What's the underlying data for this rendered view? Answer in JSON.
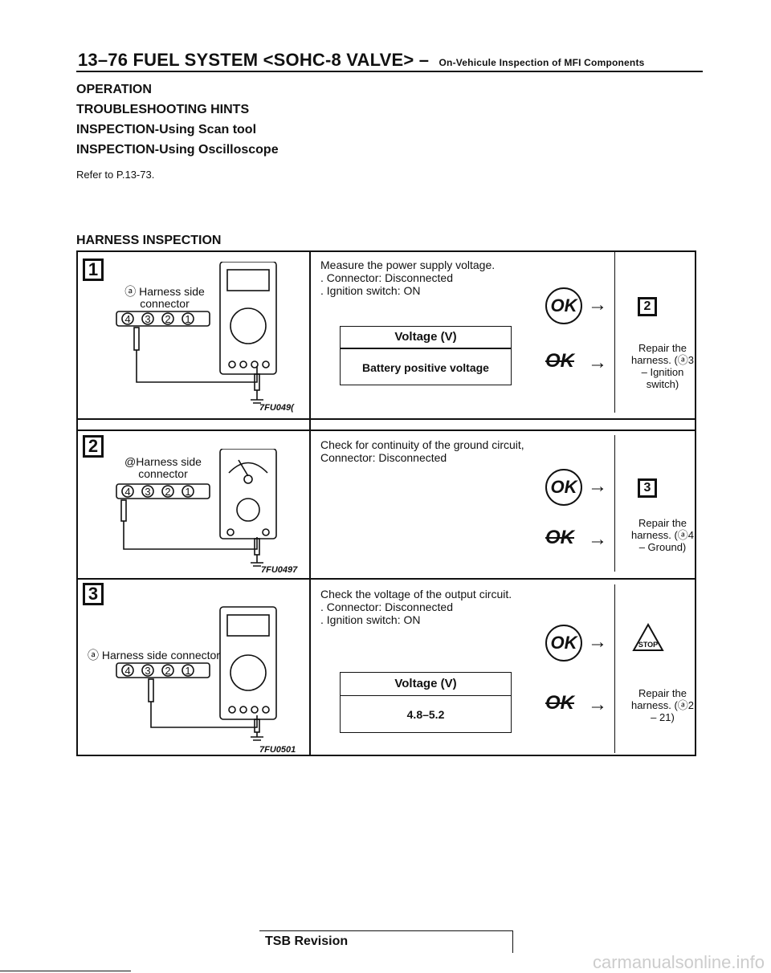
{
  "header": {
    "title": "13–76 FUEL SYSTEM <SOHC-8 VALVE> –",
    "subtitle": "On-Vehicule Inspection of MFI Components"
  },
  "headings": [
    "OPERATION",
    "TROUBLESHOOTING HINTS",
    "INSPECTION-Using Scan tool",
    "INSPECTION-Using Oscilloscope"
  ],
  "reference": "Refer to P.13-73.",
  "section_title": "HARNESS INSPECTION",
  "steps": [
    {
      "number": "1",
      "connector_label": "ⓐ Harness side connector",
      "figure_id": "7FU049(",
      "description": "Measure the power supply voltage.\n. Connector: Disconnected\n. Ignition switch: ON",
      "table_header": "Voltage (V)",
      "table_value": "Battery positive voltage",
      "ok_result": "2",
      "ng_result": "Repair the harness. (ⓐ3 – Ignition switch)"
    },
    {
      "number": "2",
      "connector_label": "@Harness side connector",
      "figure_id": "7FU0497",
      "description": "Check for continuity of the ground circuit,\nConnector: Disconnected",
      "ok_result": "3",
      "ng_result": "Repair the harness. (ⓐ4 – Ground)"
    },
    {
      "number": "3",
      "connector_label": "ⓐ Harness side connector",
      "figure_id": "7FU0501",
      "description": "Check the voltage of the output circuit.\n. Connector: Disconnected\n. Ignition switch: ON",
      "table_header": "Voltage (V)",
      "table_value": "4.8–5.2",
      "ok_result": "STOP",
      "ng_result": "Repair the harness. (ⓐ2 – 21)"
    }
  ],
  "ok_label": "OK",
  "footer": "TSB Revision",
  "watermark": "carmanualsonline.info"
}
